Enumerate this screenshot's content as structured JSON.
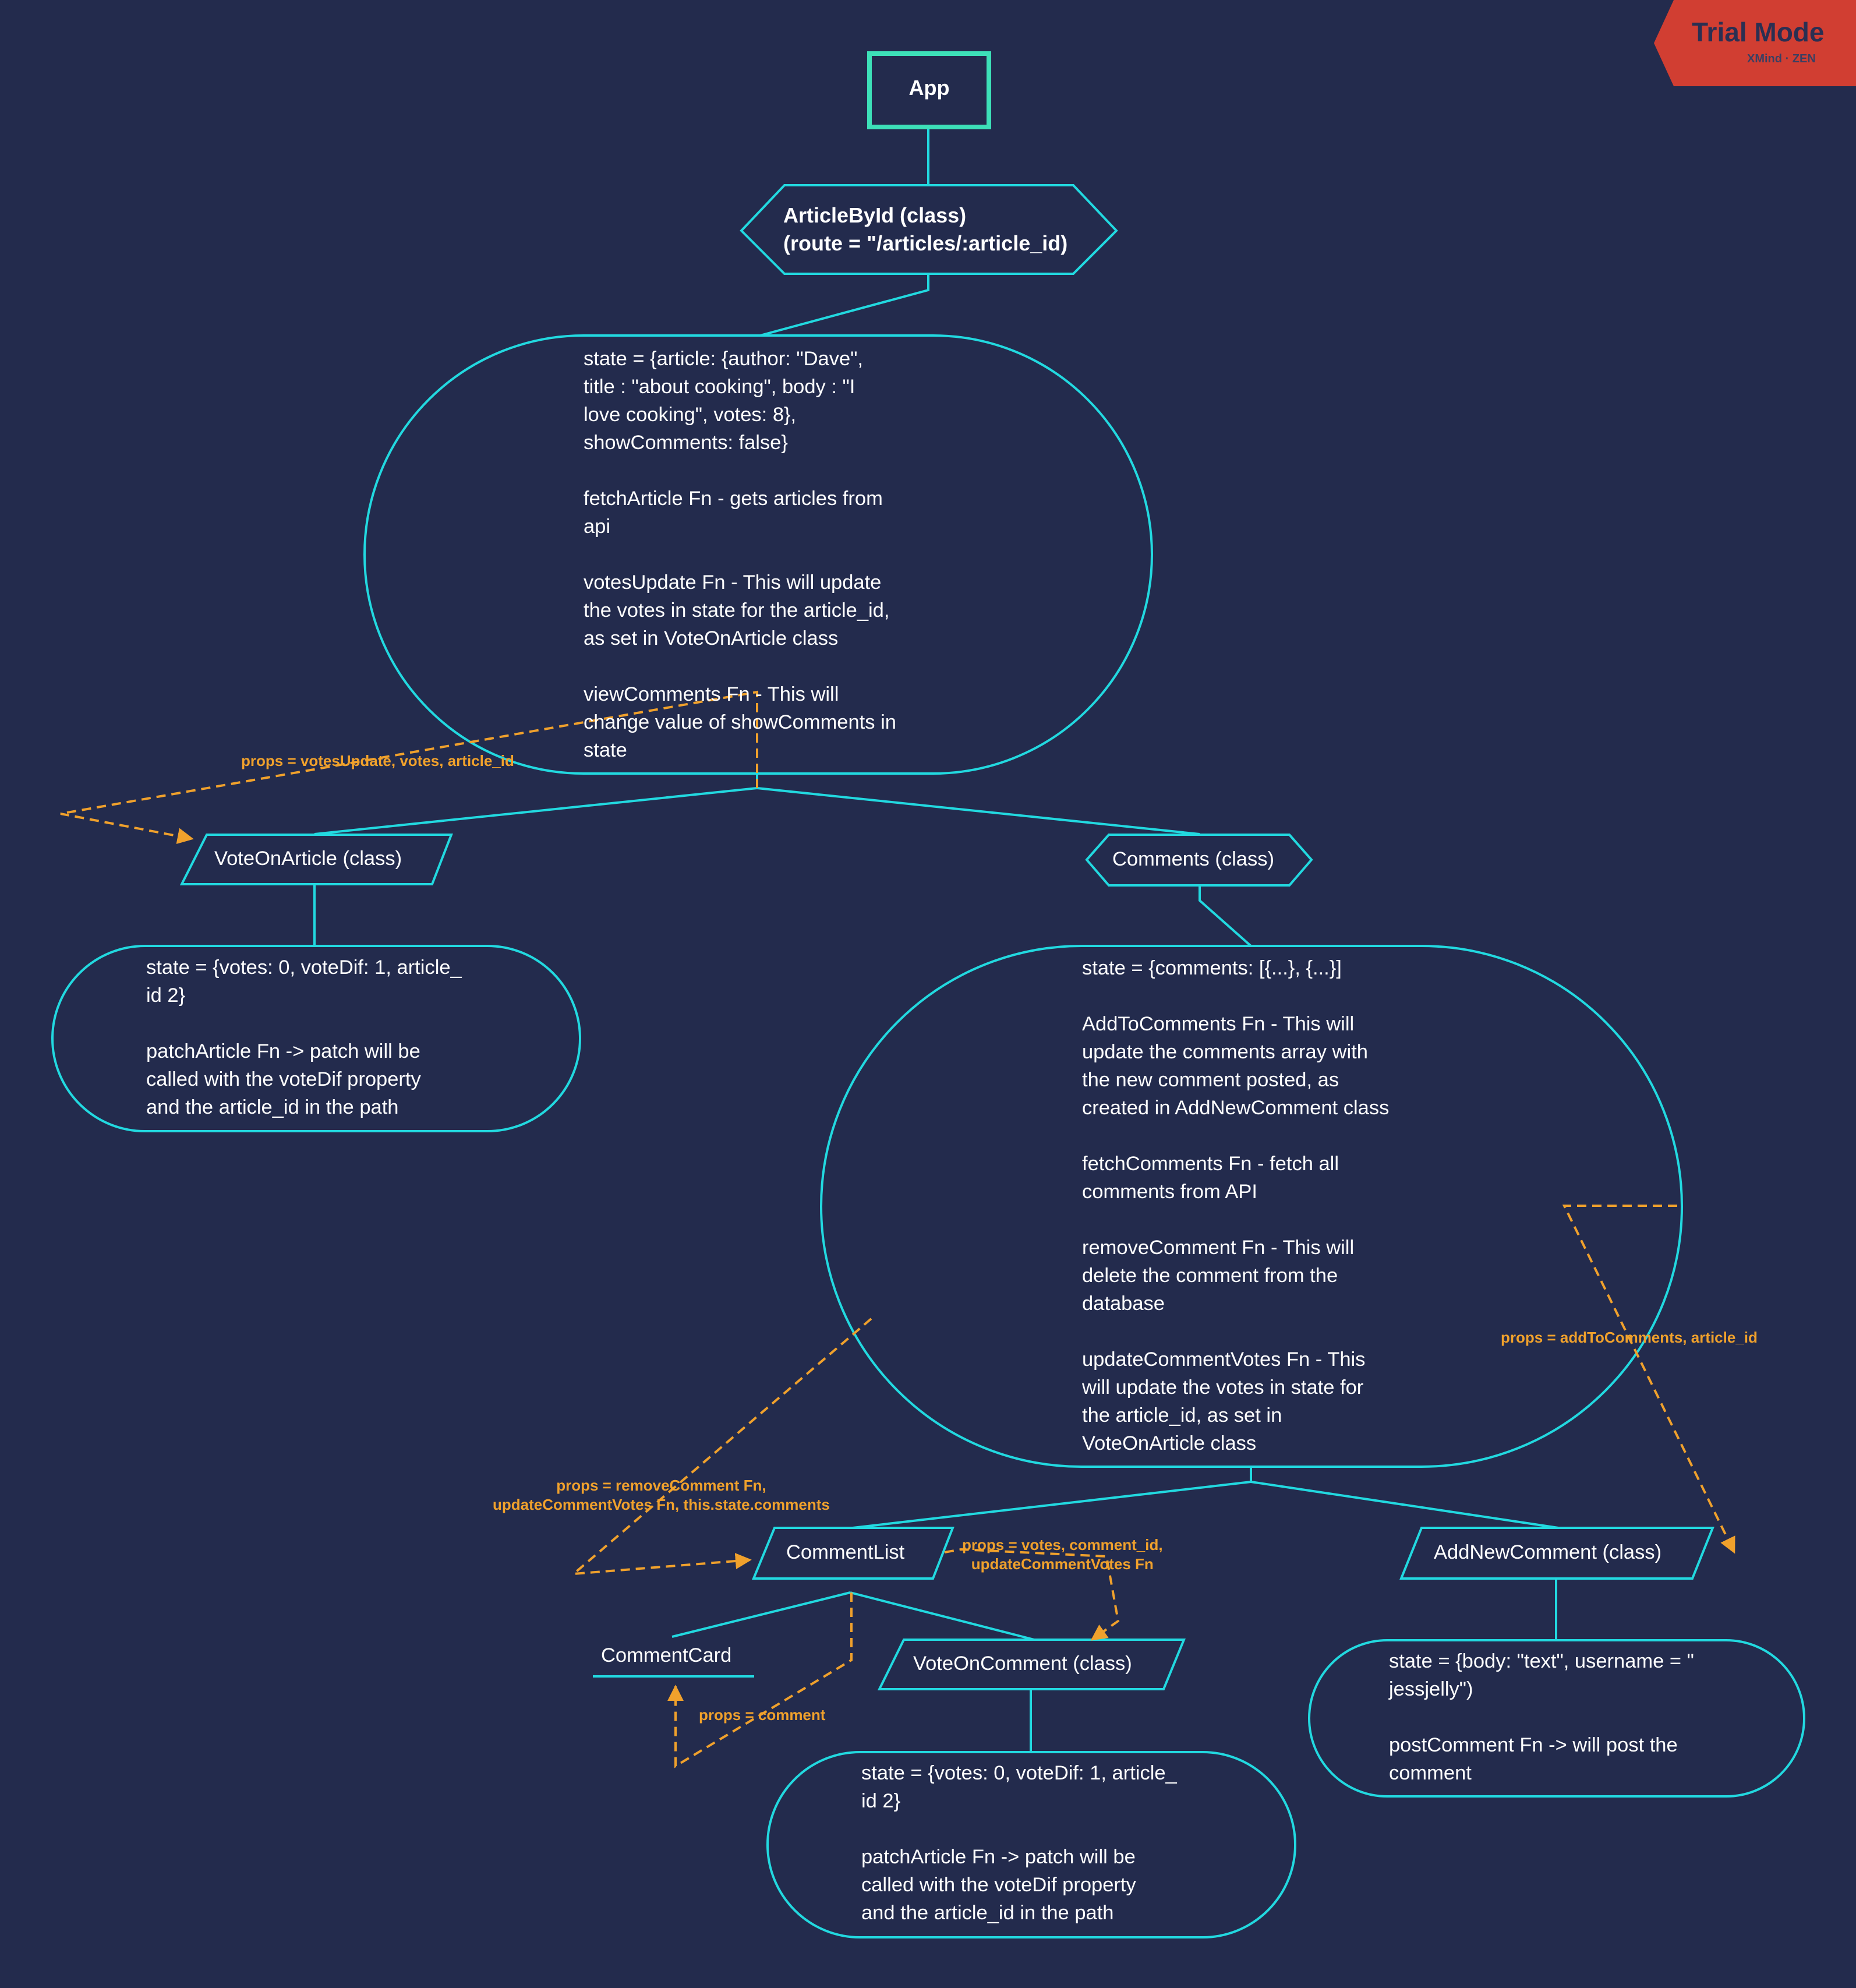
{
  "colors": {
    "background": "#232b4d",
    "node_stroke": "#22d9e0",
    "app_stroke": "#3de0b8",
    "note": "#f0a12c",
    "badge": "#d13e32"
  },
  "badge": {
    "title": "Trial Mode",
    "subtitle": "XMind · ZEN"
  },
  "nodes": {
    "app": "App",
    "article_by_id": "ArticleById (class)\n(route = \"/articles/:article_id)",
    "article_state": "state = {article: {author: \"Dave\",\ntitle : \"about cooking\", body : \"I\nlove cooking\", votes: 8},\nshowComments: false}\n\nfetchArticle Fn - gets articles from\napi\n\nvotesUpdate Fn - This will update\nthe votes in state for the article_id,\nas set in VoteOnArticle class\n\nviewComments Fn - This will\nchange value of showComments in\nstate",
    "vote_on_article": "VoteOnArticle (class)",
    "vote_on_article_state": "state = {votes: 0, voteDif: 1, article_\nid 2}\n\npatchArticle Fn -> patch will be\ncalled with the voteDif property\nand the article_id in the path",
    "comments": "Comments (class)",
    "comments_state": "state = {comments: [{...}, {...}]\n\nAddToComments Fn - This will\nupdate the comments array with\nthe new comment posted, as\ncreated in AddNewComment class\n\nfetchComments Fn - fetch all\ncomments from API\n\nremoveComment Fn - This will\ndelete the comment from the\ndatabase\n\nupdateCommentVotes Fn - This\nwill update the votes in state for\nthe article_id, as set in\nVoteOnArticle class",
    "comment_list": "CommentList",
    "add_new_comment": "AddNewComment (class)",
    "comment_card": "CommentCard",
    "vote_on_comment": "VoteOnComment (class)",
    "vote_on_comment_state": "state = {votes: 0, voteDif: 1, article_\nid 2}\n\npatchArticle Fn -> patch will be\ncalled with the voteDif property\nand the article_id in the path",
    "add_new_comment_state": "state = {body: \"text\", username = \"\njessjelly\")\n\npostComment Fn -> will post the\ncomment"
  },
  "notes": {
    "props_votes_update": "props = votesUpdate, votes, article_id",
    "props_add_to_comments": "props = addToComments, article_id",
    "props_remove_comment": "props = removeComment Fn,\nupdateCommentVotes Fn, this.state.comments",
    "props_votes_comment": "props = votes, comment_id,\nupdateCommentVotes Fn",
    "props_comment": "props = comment"
  }
}
